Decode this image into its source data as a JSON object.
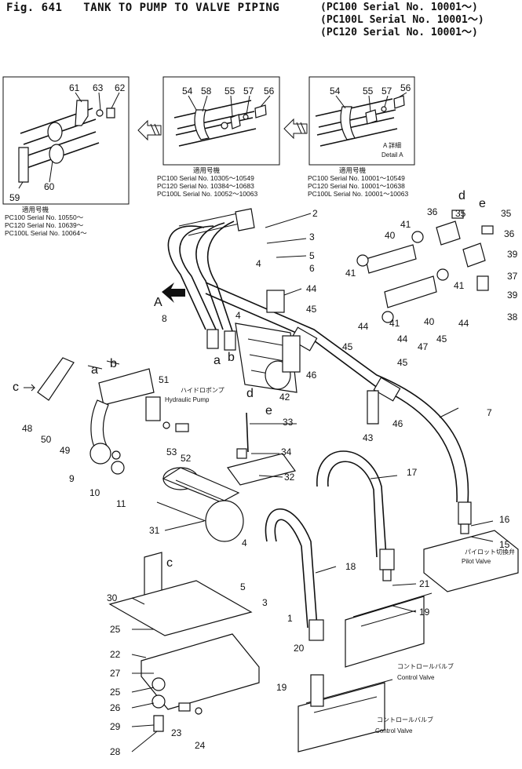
{
  "header": {
    "fig_no": "Fig. 641",
    "title": "TANK TO PUMP TO VALVE PIPING",
    "applicability": [
      "(PC100  Serial No. 10001～)",
      "(PC100L Serial No. 10001～)",
      "(PC120  Serial No. 10001～)"
    ]
  },
  "notes": {
    "left": {
      "heading": "適用号機",
      "lines": [
        "PC100  Serial No. 10550～",
        "PC120  Serial No. 10639～",
        "PC100L Serial No. 10064～"
      ]
    },
    "middle": {
      "heading": "適用号機",
      "lines": [
        "PC100  Serial No. 10305～10549",
        "PC120  Serial No. 10384～10683",
        "PC100L Serial No. 10052～10063"
      ]
    },
    "right": {
      "heading": "適用号機",
      "lines": [
        "PC100  Serial No. 10001～10549",
        "PC120  Serial No. 10001～10638",
        "PC100L Serial No. 10001～10063"
      ]
    }
  },
  "detail": {
    "jp": "A 詳細",
    "en": "Detail A",
    "arrow_label": "A"
  },
  "captions": {
    "hydraulic_pump_jp": "ハイドロポンプ",
    "hydraulic_pump": "Hydraulic Pump",
    "pilot_valve_jp": "パイロット切換弁",
    "pilot_valve": "Pilot Valve",
    "control_valve_jp": "コントロールバルブ",
    "control_valve": "Control Valve"
  },
  "part_labels": {
    "p1": "1",
    "p2": "2",
    "p3": "3",
    "p3b": "3",
    "p4": "4",
    "p4b": "4",
    "p4c": "4",
    "p5": "5",
    "p5b": "5",
    "p6": "6",
    "p7": "7",
    "p8": "8",
    "p9": "9",
    "p10": "10",
    "p11": "11",
    "p15": "15",
    "p16": "16",
    "p17": "17",
    "p18": "18",
    "p19": "19",
    "p19b": "19",
    "p20": "20",
    "p21": "21",
    "p22": "22",
    "p23": "23",
    "p24": "24",
    "p25": "25",
    "p25b": "25",
    "p26": "26",
    "p27": "27",
    "p28": "28",
    "p29": "29",
    "p30": "30",
    "p31": "31",
    "p32": "32",
    "p33": "33",
    "p34": "34",
    "p35": "35",
    "p35b": "35",
    "p36": "36",
    "p36b": "36",
    "p37": "37",
    "p38": "38",
    "p39": "39",
    "p39b": "39",
    "p40": "40",
    "p40b": "40",
    "p41": "41",
    "p41b": "41",
    "p41c": "41",
    "p41d": "41",
    "p42": "42",
    "p43": "43",
    "p44": "44",
    "p44b": "44",
    "p44c": "44",
    "p44d": "44",
    "p45": "45",
    "p45b": "45",
    "p45c": "45",
    "p45d": "45",
    "p46": "46",
    "p46b": "46",
    "p47": "47",
    "p48": "48",
    "p49": "49",
    "p50": "50",
    "p51": "51",
    "p52": "52",
    "p53": "53",
    "p54": "54",
    "p54b": "54",
    "p55": "55",
    "p55b": "55",
    "p56": "56",
    "p56b": "56",
    "p57": "57",
    "p57b": "57",
    "p58": "58",
    "p59": "59",
    "p60": "60",
    "p61": "61",
    "p62": "62",
    "p63": "63"
  },
  "letter_labels": {
    "a1": "a",
    "b1": "b",
    "c1": "c",
    "d1": "d",
    "e1": "e",
    "a2": "a",
    "b2": "b",
    "c2": "c",
    "d2": "d",
    "e2": "e"
  }
}
